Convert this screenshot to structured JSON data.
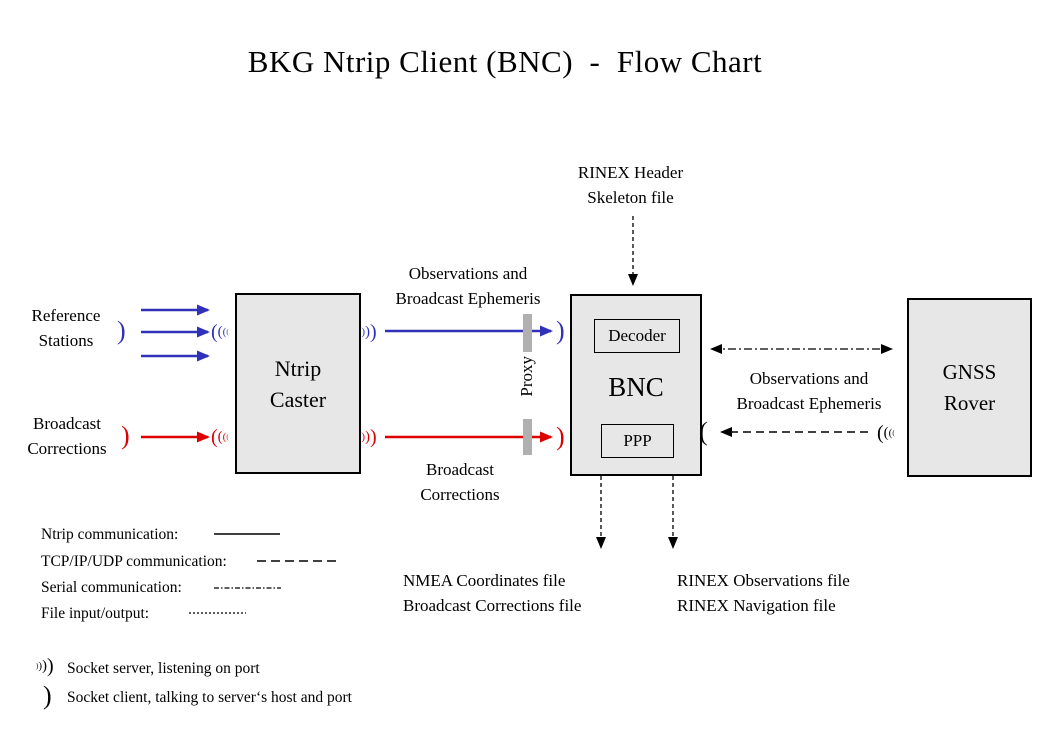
{
  "title": "BKG Ntrip Client (BNC)  -  Flow Chart",
  "colors": {
    "ntrip_blue": "#3030b8",
    "corrections_red": "#dd0000",
    "box_fill": "#e7e7e7",
    "box_border": "#000000",
    "proxy_bar": "#b0b0b0",
    "background": "#ffffff"
  },
  "boxes": {
    "caster": {
      "line1": "Ntrip",
      "line2": "Caster"
    },
    "bnc": {
      "label": "BNC",
      "decoder": "Decoder",
      "ppp": "PPP"
    },
    "rover": {
      "line1": "GNSS",
      "line2": "Rover"
    }
  },
  "labels": {
    "reference_stations": {
      "line1": "Reference",
      "line2": "Stations"
    },
    "broadcast_corrections_left": {
      "line1": "Broadcast",
      "line2": "Corrections"
    },
    "obs_ephemeris_top": {
      "line1": "Observations and",
      "line2": "Broadcast Ephemeris"
    },
    "broadcast_corrections_mid": {
      "line1": "Broadcast",
      "line2": "Corrections"
    },
    "rinex_header": {
      "line1": "RINEX Header",
      "line2": "Skeleton file"
    },
    "proxy": "Proxy",
    "obs_ephemeris_right": {
      "line1": "Observations and",
      "line2": "Broadcast Ephemeris"
    },
    "nmea_files": {
      "line1": "NMEA Coordinates file",
      "line2": "Broadcast Corrections file"
    },
    "rinex_files": {
      "line1": "RINEX Observations file",
      "line2": "RINEX Navigation file"
    }
  },
  "legend": {
    "items": [
      {
        "label": "Ntrip communication:",
        "line_style": "solid"
      },
      {
        "label": "TCP/IP/UDP communication:",
        "line_style": "dashed"
      },
      {
        "label": "Serial communication:",
        "line_style": "dash-dot"
      },
      {
        "label": "File input/output:",
        "line_style": "dotted"
      }
    ],
    "socket_server": "Socket server, listening on port",
    "socket_client": "Socket client, talking to server‘s host and port"
  }
}
